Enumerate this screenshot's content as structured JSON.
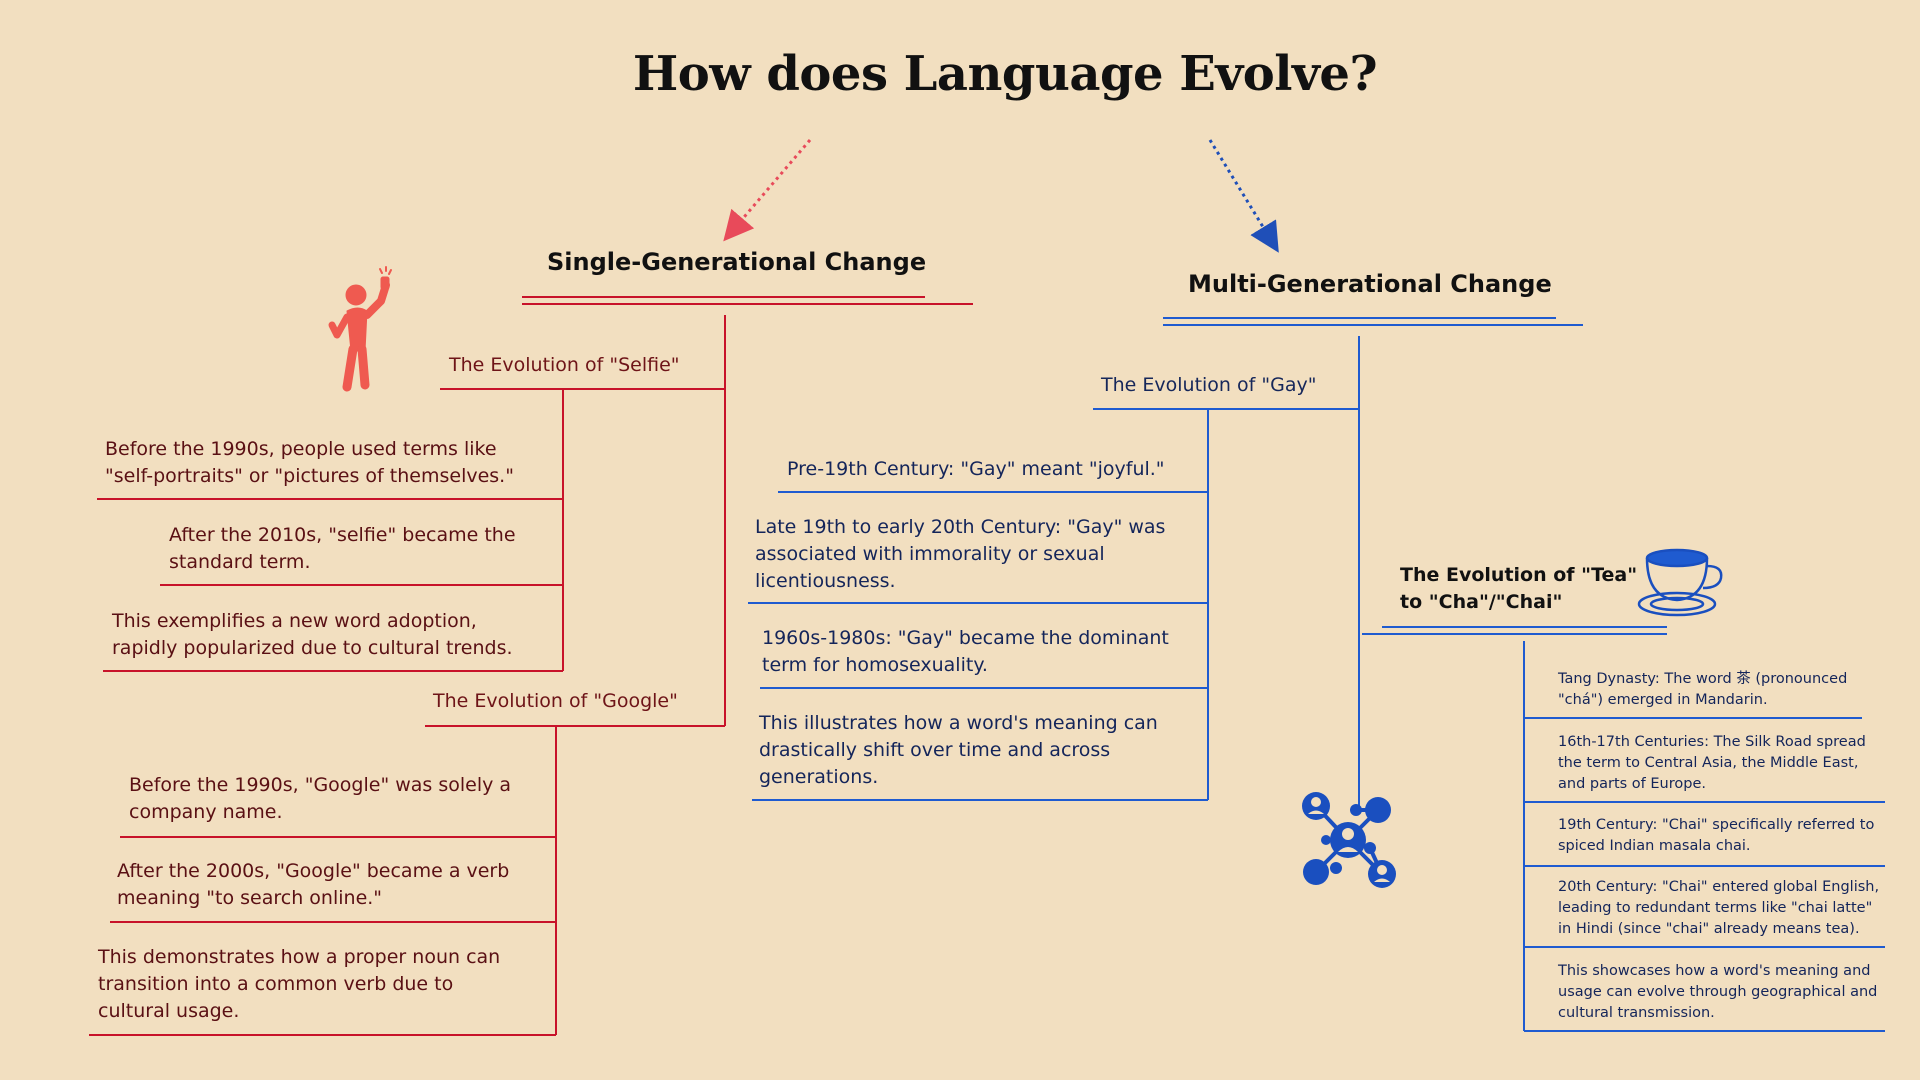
{
  "title": "How does Language Evolve?",
  "colors": {
    "red": "#c8132a",
    "blue": "#1f5bd0",
    "background": "#f2dfc0"
  },
  "icons": [
    "selfie-person-icon",
    "teacup-icon",
    "network-people-icon"
  ],
  "single": {
    "heading": "Single-Generational Change",
    "selfie": {
      "heading": "The Evolution of \"Selfie\"",
      "items": [
        "Before the 1990s, people used terms like \"self-portraits\" or \"pictures of themselves.\"",
        "After the 2010s, \"selfie\" became the standard term.",
        "This exemplifies a new word adoption, rapidly popularized due to cultural trends."
      ]
    },
    "google": {
      "heading": "The Evolution of \"Google\"",
      "items": [
        "Before the 1990s, \"Google\" was solely a company name.",
        "After the 2000s, \"Google\" became a verb meaning \"to search online.\"",
        "This demonstrates how a proper noun can transition into a common verb due to cultural usage."
      ]
    }
  },
  "multi": {
    "heading": "Multi-Generational Change",
    "gay": {
      "heading": "The Evolution of \"Gay\"",
      "items": [
        "Pre-19th Century: \"Gay\" meant \"joyful.\"",
        "Late 19th to early 20th Century: \"Gay\" was associated with immorality or sexual licentiousness.",
        "1960s-1980s: \"Gay\" became the dominant term for homosexuality.",
        "This illustrates how a word's meaning can drastically shift over time and across generations."
      ]
    },
    "tea": {
      "heading": "The Evolution of \"Tea\" to \"Cha\"/\"Chai\"",
      "items": [
        "Tang Dynasty: The word 茶 (pronounced \"chá\") emerged in Mandarin.",
        "16th-17th Centuries: The Silk Road spread the term to Central Asia, the Middle East, and parts of Europe.",
        "19th Century: \"Chai\" specifically referred to spiced Indian masala chai.",
        "20th Century: \"Chai\" entered global English, leading to redundant terms like \"chai latte\" in Hindi (since \"chai\" already means tea).",
        "This showcases how a word's meaning and usage can evolve through geographical and cultural transmission."
      ]
    }
  }
}
